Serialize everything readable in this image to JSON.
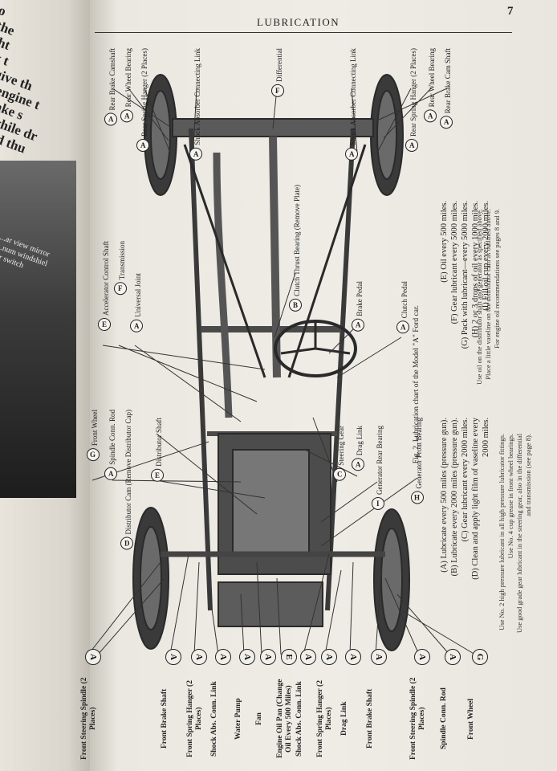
{
  "left_page": {
    "text_lines": [
      "oo",
      "...the",
      "...ght",
      "...tly t",
      "...to give th",
      "...the engine t",
      "",
      "...of make s",
      "...edal while dr",
      "...slip and thu"
    ],
    "photo_caption": [
      "...ar view mirror",
      "...num windshiel",
      "...r switch"
    ]
  },
  "header": {
    "title": "LUBRICATION",
    "page_number": "7"
  },
  "top_labels": [
    {
      "letter": "A",
      "text": "Rear Brake Camshaft"
    },
    {
      "letter": "A",
      "text": "Rear Wheel Bearing"
    },
    {
      "letter": "A",
      "text": "Rear Spring Hanger (2 Places)"
    },
    {
      "letter": "A",
      "text": "Shock Absorber Connecting Link"
    },
    {
      "letter": "F",
      "text": "Differential"
    },
    {
      "letter": "A",
      "text": "Shock Absorber Connecting Link"
    },
    {
      "letter": "A",
      "text": "Rear Spring Hanger (2 Places)"
    },
    {
      "letter": "A",
      "text": "Rear Wheel Bearing"
    },
    {
      "letter": "A",
      "text": "Rear Brake Cam Shaft"
    }
  ],
  "mid_labels": [
    {
      "letter": "E",
      "text": "Accelerator Control Shaft"
    },
    {
      "letter": "F",
      "text": "Transmission"
    },
    {
      "letter": "A",
      "text": "Universal Joint"
    },
    {
      "letter": "B",
      "text": "Clutch Thrust Bearing (Remove Plate)"
    },
    {
      "letter": "A",
      "text": "Brake Pedal"
    },
    {
      "letter": "A",
      "text": "Clutch Pedal"
    },
    {
      "letter": "G",
      "text": "Front Wheel"
    },
    {
      "letter": "A",
      "text": "Spindle Conn. Rod"
    },
    {
      "letter": "D",
      "text": "Distributor Cam (Remove Distributor Cap)"
    },
    {
      "letter": "E",
      "text": "Distributor Shaft"
    },
    {
      "letter": "C",
      "text": "Steering Gear"
    },
    {
      "letter": "A",
      "text": "Drag Link"
    },
    {
      "letter": "I",
      "text": "Generator Rear Bearing"
    },
    {
      "letter": "H",
      "text": "Generator Front Bearing"
    }
  ],
  "bottom_labels": [
    {
      "letter": "A",
      "text": "Front Steering Spindle (2 Places)"
    },
    {
      "letter": "A",
      "text": "Front Brake Shaft"
    },
    {
      "letter": "A",
      "text": "Front Spring Hanger (2 Places)"
    },
    {
      "letter": "A",
      "text": "Shock Abs. Conn. Link"
    },
    {
      "letter": "A",
      "text": "Water Pump"
    },
    {
      "letter": "A",
      "text": "Fan"
    },
    {
      "letter": "E",
      "text": "Engine Oil Pan (Change Oil Every 500 Miles)"
    },
    {
      "letter": "A",
      "text": "Shock Abs. Conn. Link"
    },
    {
      "letter": "A",
      "text": "Front Spring Hanger (2 Places)"
    },
    {
      "letter": "A",
      "text": "Drag Link"
    },
    {
      "letter": "A",
      "text": "Front Brake Shaft"
    },
    {
      "letter": "A",
      "text": "Front Steering Spindle (2 Places)"
    },
    {
      "letter": "A",
      "text": "Spindle Conn. Rod"
    },
    {
      "letter": "G",
      "text": "Front Wheel"
    }
  ],
  "caption": "Fig. 2. Lubrication chart of the Model \"A\" Ford car.",
  "legend_left": [
    "(A) Lubricate every 500 miles (pressure gun).",
    "(B) Lubricate every 2000 miles (pressure gun).",
    "(C) Gear lubricant every 2000 miles.",
    "(D) Clean and apply light film of vaseline every",
    "2000 miles."
  ],
  "legend_right": [
    "(E) Oil every 500 miles.",
    "(F) Gear lubricant every 5000 miles.",
    "(G) Pack with lubricant—every 5000 miles.",
    "(H) 2 or 3 drops of oil every 1000 miles.",
    "(I) Fill oil cup every 2000 miles."
  ],
  "notes_left": [
    "Use No. 2 high pressure lubricant in all high pressure lubricator fittings.",
    "Use No. 4 cup grease in front wheel bearings.",
    "Use good grade gear lubricant in the steering gear, also in the differential",
    "and transmission (see page 8)."
  ],
  "notes_right": [
    "Use oil on the distributor shaft and generator as specified above.",
    "Place a little vaseline on the distributor cam as outlined above.",
    "For engine oil recommendations see pages 8 and 9."
  ]
}
